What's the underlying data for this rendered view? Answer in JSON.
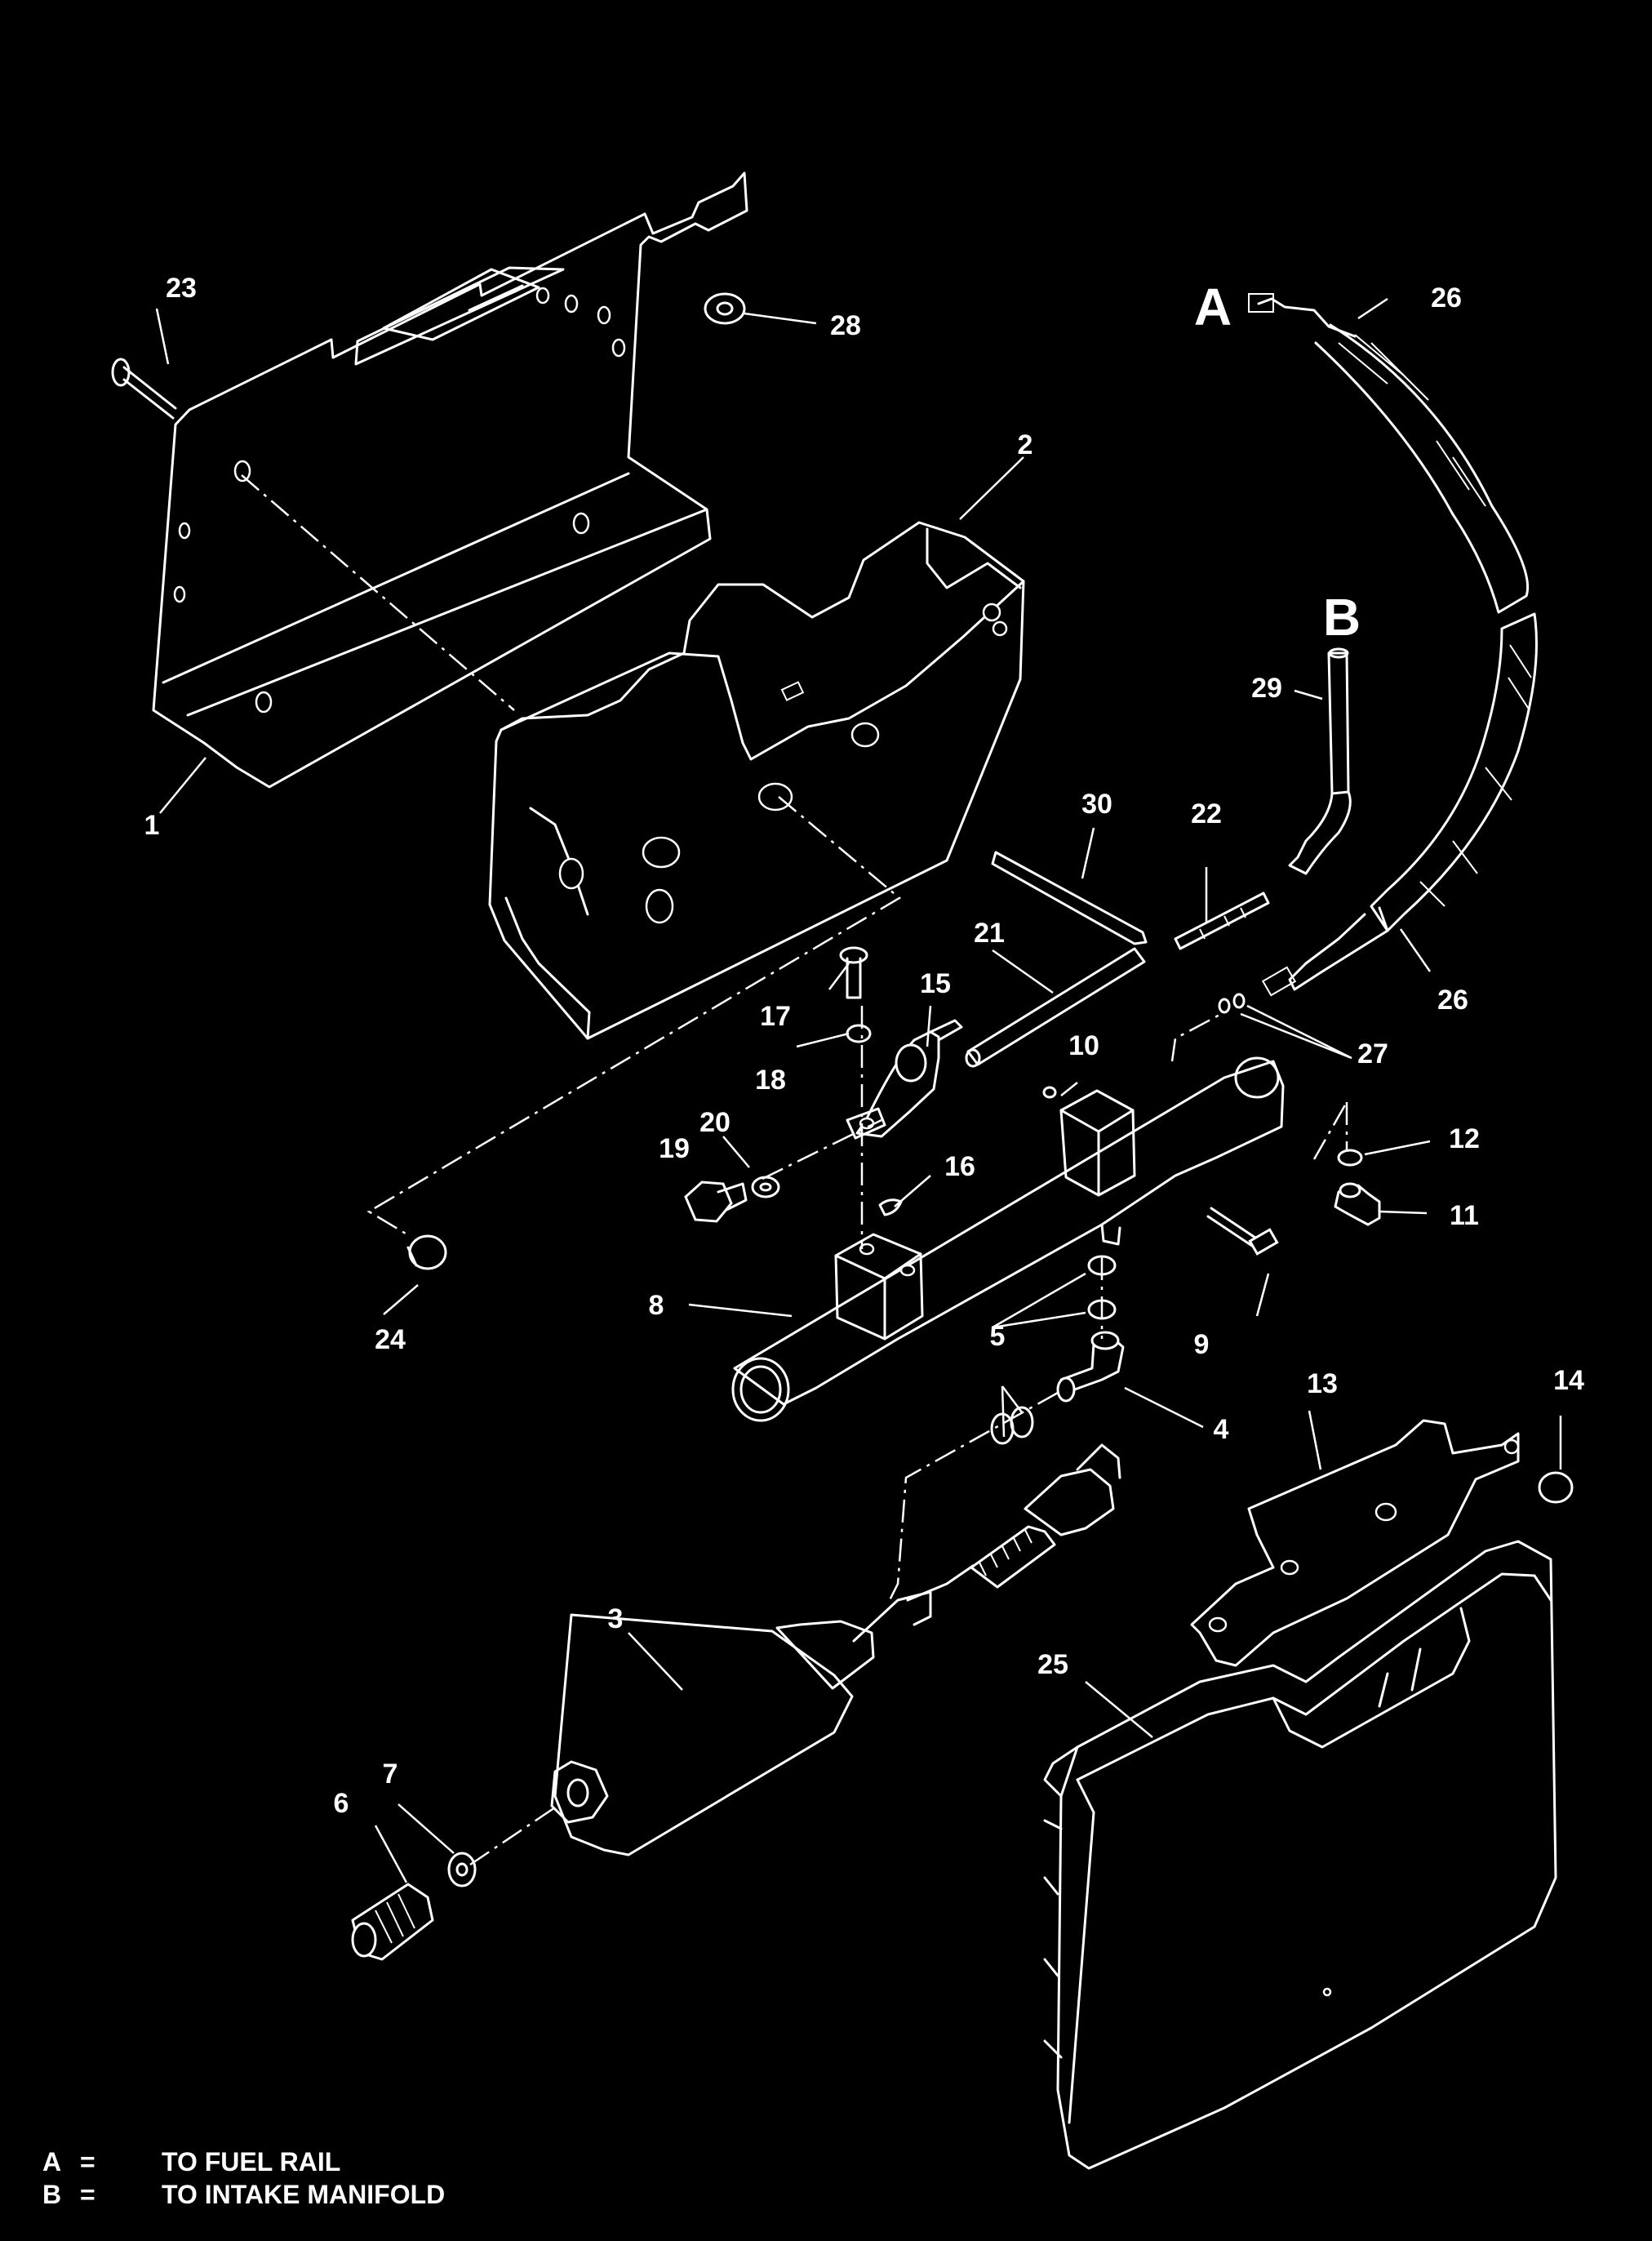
{
  "callouts": {
    "c1": "1",
    "c2": "2",
    "c3": "3",
    "c4": "4",
    "c5a": "5",
    "c5b": "5",
    "c6": "6",
    "c7": "7",
    "c8": "8",
    "c9": "9",
    "c10": "10",
    "c11": "11",
    "c12": "12",
    "c13": "13",
    "c14": "14",
    "c15": "15",
    "c16": "16",
    "c17": "17",
    "c18": "18",
    "c19": "19",
    "c20": "20",
    "c21": "21",
    "c22": "22",
    "c23": "23",
    "c24": "24",
    "c25": "25",
    "c26a": "26",
    "c26b": "26",
    "c27": "27",
    "c28": "28",
    "c29": "29",
    "c30": "30"
  },
  "connection_letters": {
    "a": "A",
    "b": "B"
  },
  "legend": [
    {
      "key": "A",
      "eq": "=",
      "text": "TO FUEL RAIL"
    },
    {
      "key": "B",
      "eq": "=",
      "text": "TO INTAKE MANIFOLD"
    }
  ],
  "colors": {
    "background": "#000000",
    "lines": "#ffffff"
  }
}
